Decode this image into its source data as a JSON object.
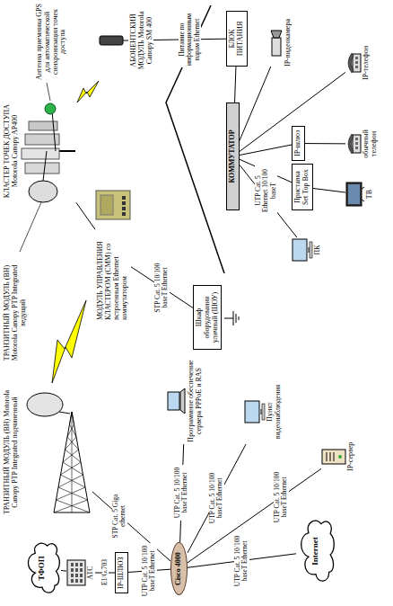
{
  "diagram": {
    "nodes": [
      {
        "text": [
          "ТФОП"
        ]
      },
      {
        "text": [
          "АТС"
        ]
      },
      {
        "text": [
          "IP-ШЛЮЗ"
        ]
      },
      {
        "text": [
          "Cisco 4000"
        ]
      },
      {
        "text": [
          "Internet"
        ]
      },
      {
        "text": [
          "IP-сервер"
        ]
      },
      {
        "text": [
          "Пункт видеонаблюдения"
        ]
      },
      {
        "text": [
          "Программное обеспечение сервера PPPoE и RAS"
        ]
      },
      {
        "text": [
          "ТРАНЗИТНЫЙ МОДУЛЬ (BH) Motorola Canopy PTP Integrated подчиненный"
        ]
      },
      {
        "text": [
          "КЛАСТЕР ТОЧЕК ДОСТУПА Motorola Canopy AP400"
        ]
      },
      {
        "text": [
          "МОДУЛЬ УПРАВЛЕНИЯ КЛАСТЕРОМ (CMM) со встроенным Ethernet коммутатором"
        ]
      },
      {
        "text": [
          "АБОНЕНТСКИЙ МОДУЛЬ Motorola Canopy SM 400"
        ]
      },
      {
        "text": [
          "Шкаф оборудования уличный (ШОУ)"
        ]
      },
      {
        "text": [
          "БЛОК ПИТАНИЯ"
        ]
      },
      {
        "text": [
          "КОММУТАТОР"
        ]
      },
      {
        "text": [
          "ПК"
        ]
      },
      {
        "text": [
          "Приставка Set Top Box"
        ]
      },
      {
        "text": [
          "ТВ"
        ]
      },
      {
        "text": [
          "IP-шлюз"
        ]
      },
      {
        "text": [
          "обычный телефон"
        ]
      },
      {
        "text": [
          "IP-телефон"
        ]
      },
      {
        "text": [
          "IP-видеокамера"
        ]
      }
    ],
    "edges": [
      {
        "from": 1,
        "to": 0,
        "arrow": "none"
      },
      {
        "from": 2,
        "to": 1,
        "label": "E1/G.703",
        "arrow": "none"
      },
      {
        "from": 3,
        "to": 2,
        "label": "UTP Cat. 5 10/100 baseT Ethernet",
        "arrow": "none"
      },
      {
        "from": 3,
        "to": 4,
        "label": "UTP Cat. 5 10/100 baseT Ethernet",
        "arrow": "none"
      },
      {
        "from": 3,
        "to": 5,
        "label": "UTP Cat. 5 10/100 baseT Ethernet",
        "arrow": "none"
      },
      {
        "from": 3,
        "to": 6,
        "label": "UTP Cat. 5 10/100 baseT Ethernet",
        "arrow": "none"
      },
      {
        "from": 3,
        "to": 7,
        "label": "UTP Cat. 5 10/100 baseT Ethernet",
        "arrow": "none"
      },
      {
        "from": 3,
        "to": 8,
        "label": "STP Cat. 5 Giga ethernet",
        "arrow": "none"
      },
      {
        "from": 9,
        "to": 10,
        "arrow": "none"
      },
      {
        "from": 10,
        "to": 12,
        "label": "STP Cat. 5 10/100 baseT Ethernet",
        "arrow": "none"
      },
      {
        "from": 13,
        "to": 11,
        "label": "Питание по информационным парам Ethernet",
        "arrow": "none"
      },
      {
        "from": 14,
        "to": 13,
        "arrow": "none"
      },
      {
        "from": 14,
        "to": 15,
        "arrow": "none"
      },
      {
        "from": 14,
        "to": 16,
        "label": "UTP Cat. 5 Ethernet 10/100 baseT",
        "arrow": "none"
      },
      {
        "from": 16,
        "to": 17,
        "arrow": "none"
      },
      {
        "from": 14,
        "to": 18,
        "arrow": "none"
      },
      {
        "from": 18,
        "to": 19,
        "arrow": "none"
      },
      {
        "from": 14,
        "to": 20,
        "arrow": "none"
      },
      {
        "from": 14,
        "to": 21,
        "arrow": "none"
      }
    ],
    "labels": [
      "ТРАНЗИТНЫЙ МОДУЛЬ (BH) Motorola Canopy PTP Integrated ведущий",
      "Антенна приемника GPS для автоматической синхронизации точек доступа"
    ]
  }
}
